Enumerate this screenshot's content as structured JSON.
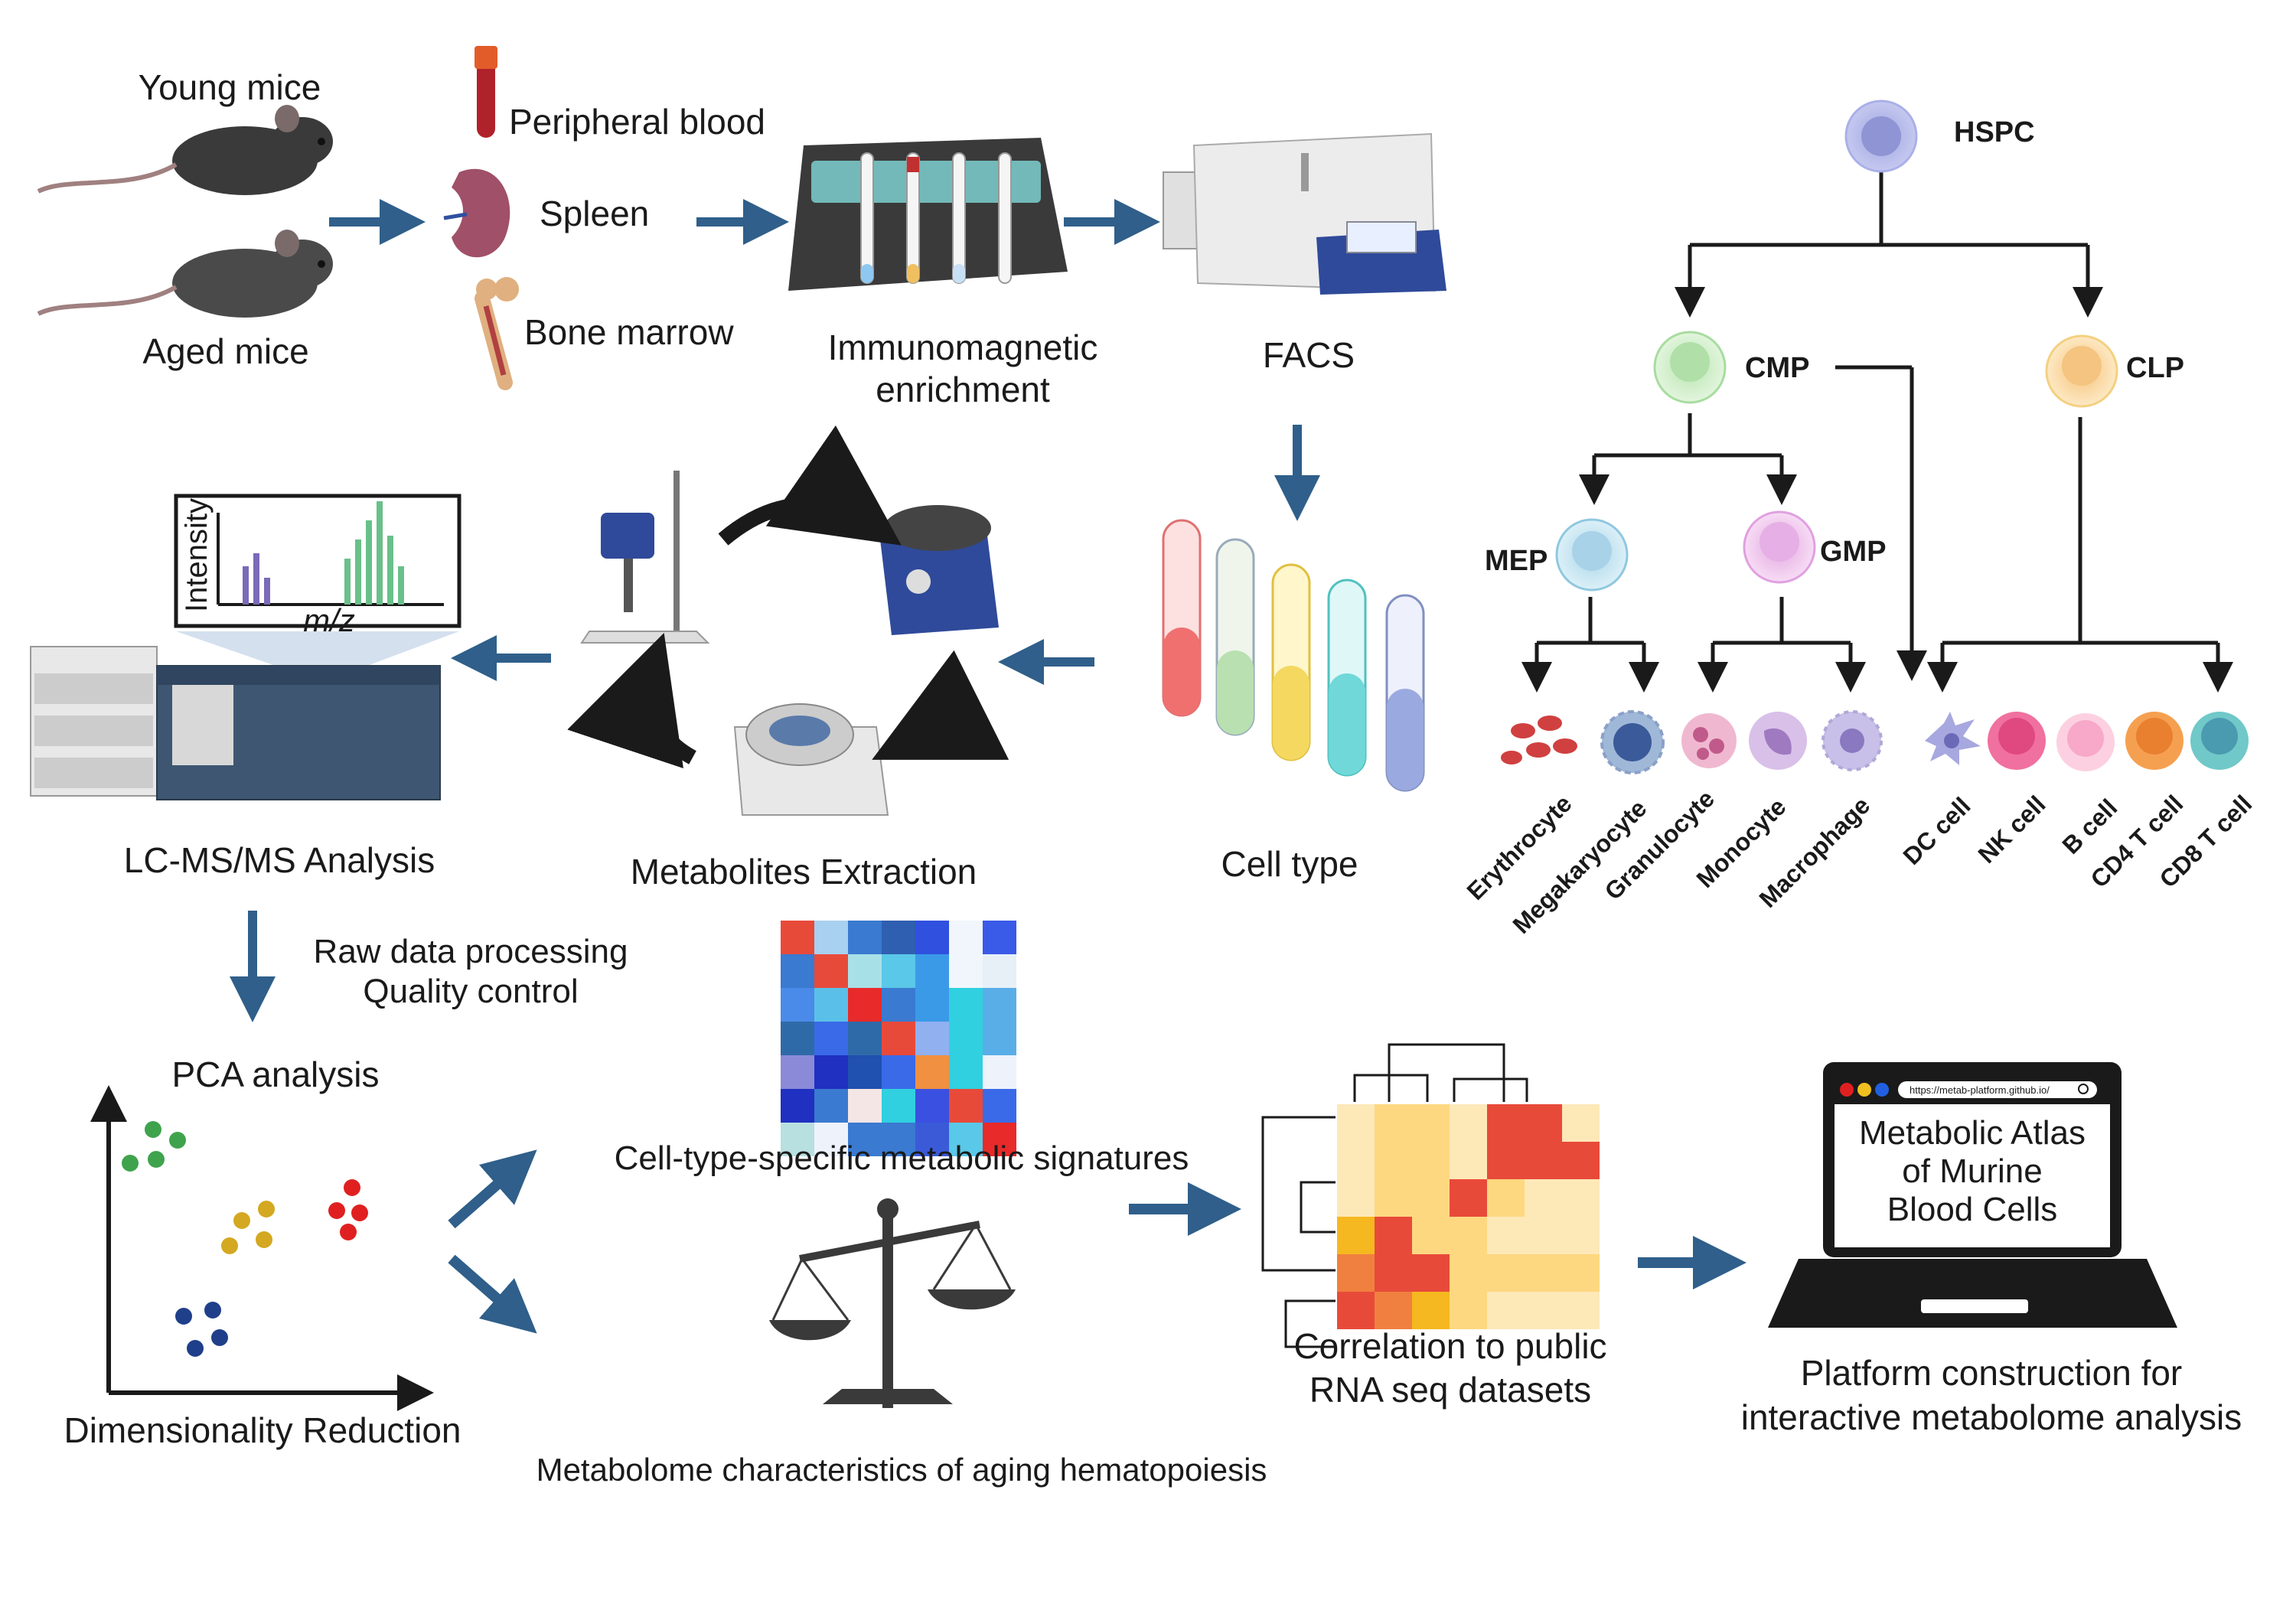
{
  "sources": {
    "young_mice": "Young mice",
    "aged_mice": "Aged mice"
  },
  "tissues": {
    "peripheral_blood": "Peripheral blood",
    "spleen": "Spleen",
    "bone_marrow": "Bone marrow"
  },
  "steps": {
    "immunomagnetic_line1": "Immunomagnetic",
    "immunomagnetic_line2": "enrichment",
    "facs": "FACS",
    "cell_type": "Cell type",
    "metabolites_extraction": "Metabolites Extraction",
    "lcms": "LC-MS/MS Analysis",
    "raw_processing": "Raw data processing",
    "quality_control": "Quality control",
    "pca": "PCA analysis",
    "dim_reduction": "Dimensionality Reduction",
    "signatures": "Cell-type-specific metabolic signatures",
    "aging_characteristics": "Metabolome characteristics of aging hematopoiesis",
    "correlation_line1": "Correlation to public",
    "correlation_line2": "RNA seq  datasets",
    "platform_line1": "Platform construction for",
    "platform_line2": "interactive metabolome analysis"
  },
  "spectrum": {
    "ylabel": "Intensity",
    "xlabel": "m/z"
  },
  "laptop": {
    "url": "https://metab-platform.github.io/",
    "title_line1": "Metabolic Atlas",
    "title_line2": "of Murine",
    "title_line3": "Blood Cells"
  },
  "hierarchy": {
    "root": "HSPC",
    "progenitors": [
      "CMP",
      "CLP",
      "MEP",
      "GMP"
    ],
    "mature_cells": [
      "Erythrocyte",
      "Megakaryocyte",
      "Granulocyte",
      "Monocyte",
      "Macrophage",
      "DC cell",
      "NK cell",
      "B cell",
      "CD4 T cell",
      "CD8 T cell"
    ]
  },
  "colors": {
    "arrow": "#2f5f8a",
    "pca_green": "#3fa34d",
    "pca_yellow": "#d4a820",
    "pca_red": "#e02020",
    "pca_blue": "#1f3f8a"
  }
}
